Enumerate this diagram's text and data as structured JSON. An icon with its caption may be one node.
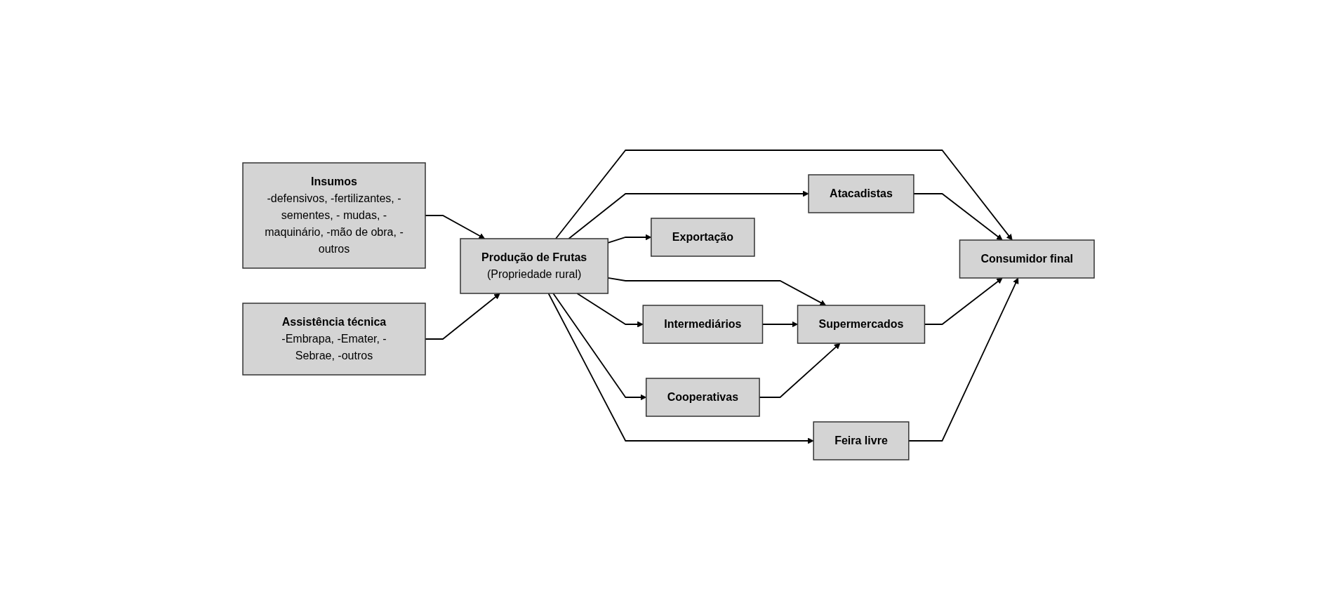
{
  "diagram": {
    "nodes": [
      {
        "text": [
          "Insumos",
          "-defensivos, -fertilizantes, -sementes, - mudas, -maquinário, -mão de obra, -outros"
        ]
      },
      {
        "text": [
          "Assistência técnica",
          "-Embrapa, -Emater, -Sebrae, -outros"
        ]
      },
      {
        "text": [
          "Produção de Frutas",
          "(Propriedade rural)"
        ]
      },
      {
        "text": [
          "Atacadistas"
        ]
      },
      {
        "text": [
          "Intermediários"
        ]
      },
      {
        "text": [
          "Cooperativas"
        ]
      },
      {
        "text": [
          "Feira livre"
        ]
      },
      {
        "text": [
          "Supermercados"
        ]
      },
      {
        "text": [
          "Consumidor final"
        ]
      },
      {
        "text": [
          "Exportação"
        ]
      }
    ],
    "edges": [
      {
        "from": 0,
        "to": 2,
        "arrow": "to"
      },
      {
        "from": 1,
        "to": 2,
        "arrow": "to"
      },
      {
        "from": 2,
        "to": 3,
        "arrow": "to"
      },
      {
        "from": 2,
        "to": 4,
        "arrow": "to"
      },
      {
        "from": 2,
        "to": 5,
        "arrow": "to"
      },
      {
        "from": 2,
        "to": 6,
        "arrow": "to"
      },
      {
        "from": 2,
        "to": 7,
        "arrow": "to"
      },
      {
        "from": 2,
        "to": 8,
        "arrow": "to"
      },
      {
        "from": 2,
        "to": 9,
        "arrow": "to"
      },
      {
        "from": 3,
        "to": 8,
        "arrow": "to"
      },
      {
        "from": 4,
        "to": 7,
        "arrow": "to"
      },
      {
        "from": 5,
        "to": 7,
        "arrow": "to"
      },
      {
        "from": 7,
        "to": 8,
        "arrow": "to"
      },
      {
        "from": 6,
        "to": 8,
        "arrow": "to"
      }
    ]
  }
}
